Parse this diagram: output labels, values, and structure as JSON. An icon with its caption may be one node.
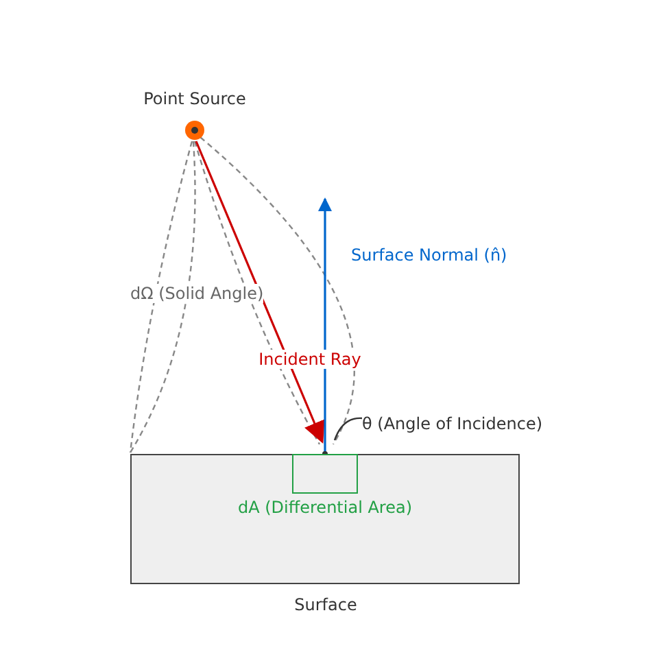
{
  "diagram": {
    "nodes": [
      {
        "text": [
          "Point Source"
        ]
      },
      {
        "text": [
          "Surface"
        ]
      },
      {
        "text": [
          "dA (Differential Area)"
        ],
        "in": 1
      },
      {
        "text": [
          "θ (Angle of Incidence)"
        ]
      }
    ],
    "edges": [
      {
        "from": 0,
        "to": 1,
        "arrow": "none",
        "style": "dashed",
        "color": "#888888"
      },
      {
        "from": 0,
        "to": 1,
        "arrow": "none",
        "style": "dashed",
        "color": "#888888"
      },
      {
        "from": 0,
        "to": 2,
        "arrow": "none",
        "style": "dashed",
        "color": "#888888"
      },
      {
        "from": 0,
        "to": 2,
        "arrow": "none",
        "style": "dashed",
        "color": "#888888"
      },
      {
        "from": 0,
        "to": 2,
        "arrow": "to",
        "label": "Incident Ray",
        "color": "#cc0000"
      },
      {
        "from": 2,
        "to": null,
        "arrow": "to",
        "label": "Surface Normal (n̂)",
        "color": "#0066cc"
      },
      {
        "from": 3,
        "to": 2,
        "arrow": "none"
      }
    ],
    "labels": [
      "dΩ (Solid Angle)"
    ]
  }
}
